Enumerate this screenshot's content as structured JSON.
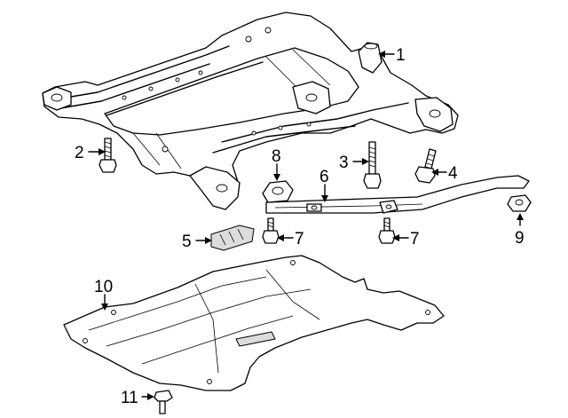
{
  "diagram": {
    "callouts": [
      "1",
      "2",
      "3",
      "4",
      "5",
      "6",
      "7",
      "7",
      "8",
      "9",
      "10",
      "11"
    ]
  }
}
